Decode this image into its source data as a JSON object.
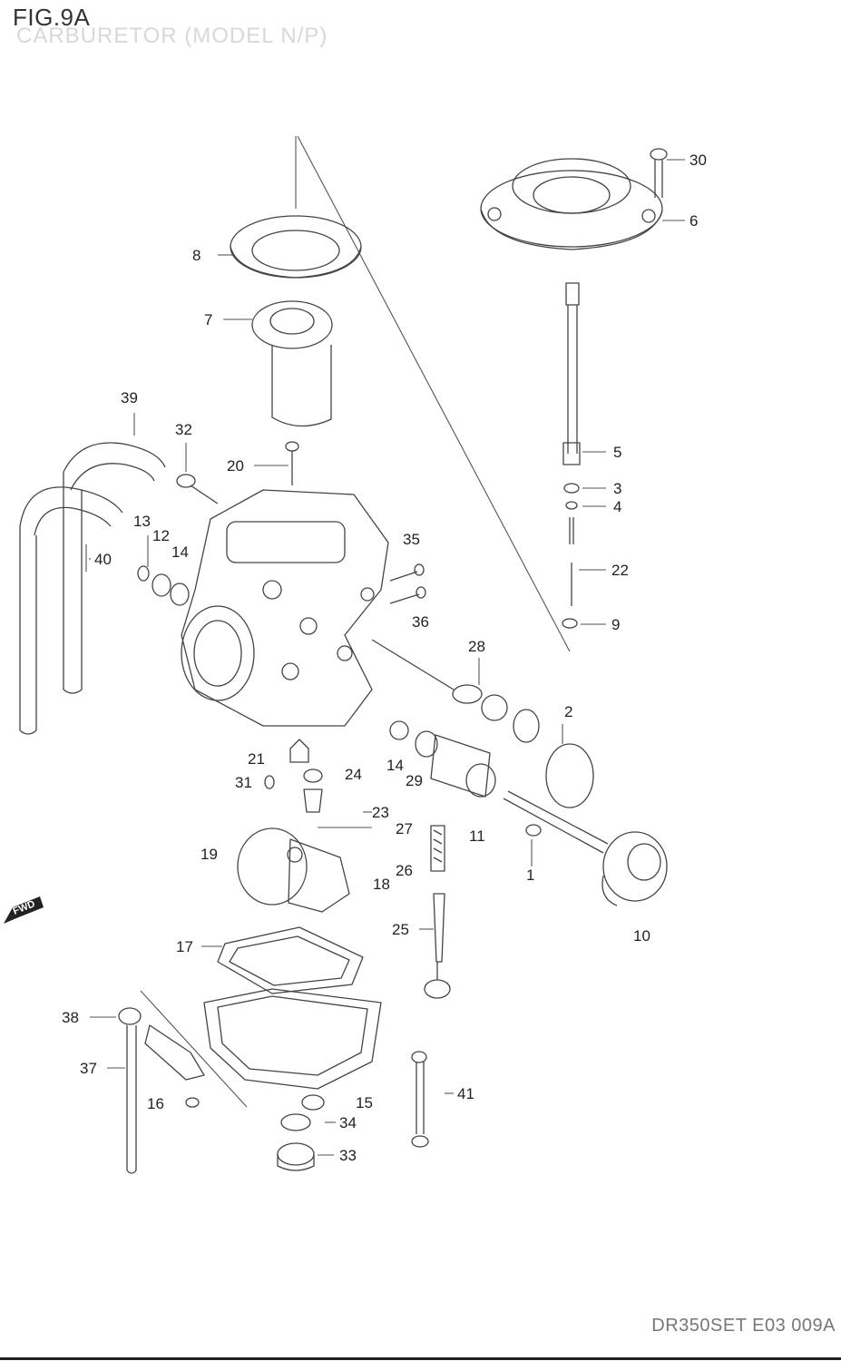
{
  "figure": {
    "title": "FIG.9A",
    "subtitle": "CARBURETOR (MODEL N/P)",
    "code": "DR350SET E03 009A",
    "fwd": "FWD"
  },
  "callouts": {
    "c1": "1",
    "c2": "2",
    "c3": "3",
    "c4": "4",
    "c5": "5",
    "c6": "6",
    "c7": "7",
    "c8": "8",
    "c9": "9",
    "c10": "10",
    "c11": "11",
    "c12": "12",
    "c13": "13",
    "c14a": "14",
    "c14b": "14",
    "c15": "15",
    "c16": "16",
    "c17": "17",
    "c18": "18",
    "c19": "19",
    "c20": "20",
    "c21": "21",
    "c22": "22",
    "c23": "23",
    "c24": "24",
    "c25": "25",
    "c26": "26",
    "c27": "27",
    "c28": "28",
    "c29": "29",
    "c30": "30",
    "c31": "31",
    "c32": "32",
    "c33": "33",
    "c34": "34",
    "c35": "35",
    "c36": "36",
    "c37": "37",
    "c38": "38",
    "c39": "39",
    "c40": "40",
    "c41": "41"
  }
}
